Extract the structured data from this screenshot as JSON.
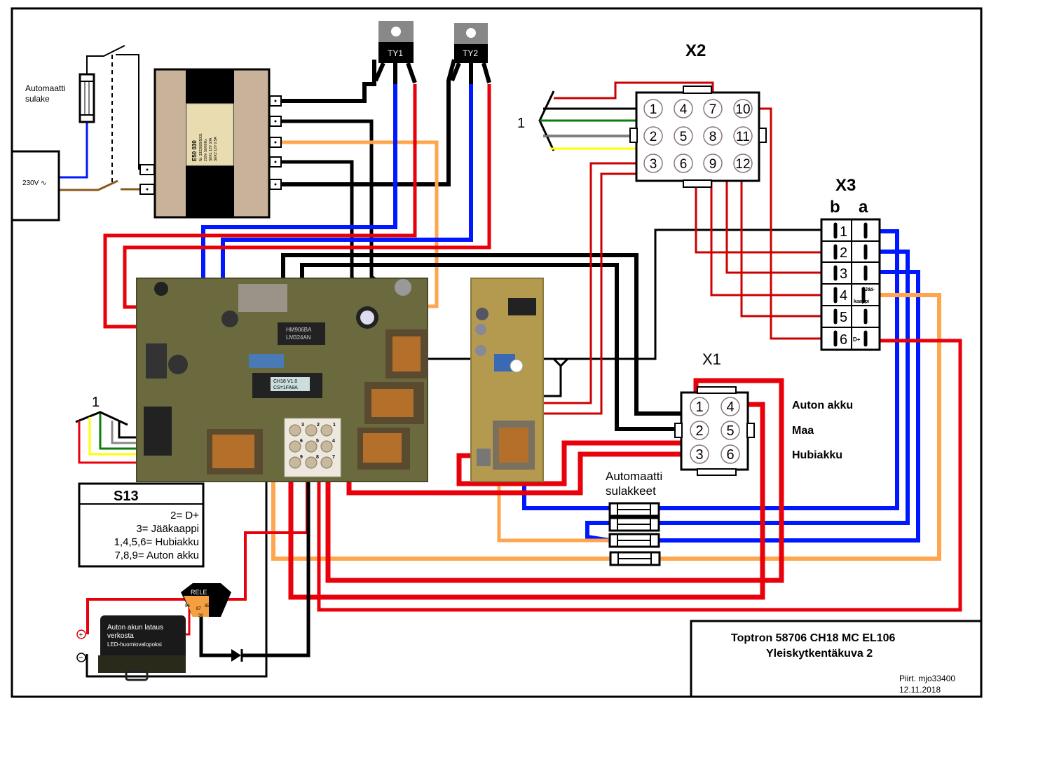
{
  "title_block": {
    "line1": "Toptron 58706 CH18 MC  EL106",
    "line2": "Yleiskytkentäkuva 2",
    "author": "Piirt. mjo33400",
    "date": "12.11.2018"
  },
  "mains": {
    "supply_label": "230V ∿",
    "breaker_label_1": "Automaatti",
    "breaker_label_2": "sulake"
  },
  "transformer": {
    "label_lines": [
      "E50 030",
      "Nr. 3323005/5001",
      "230V 50/60Hz",
      "SEK1 12V 10A",
      "SEK2 12V 0.5A"
    ]
  },
  "thyristors": [
    {
      "label": "TY1"
    },
    {
      "label": "TY2"
    }
  ],
  "connector_x2": {
    "title": "X2",
    "harness_label": "1",
    "pins": [
      "1",
      "2",
      "3",
      "4",
      "5",
      "6",
      "7",
      "8",
      "9",
      "10",
      "11",
      "12"
    ]
  },
  "connector_x3": {
    "title": "X3",
    "col_b": "b",
    "col_a": "a",
    "rows": [
      "1",
      "2",
      "3",
      "4",
      "5",
      "6"
    ],
    "a4_label_1": "Jää-",
    "a4_label_2": "kaappi",
    "a6_label": "D+"
  },
  "connector_x1": {
    "title": "X1",
    "pins": [
      "1",
      "2",
      "3",
      "4",
      "5",
      "6"
    ],
    "labels": [
      "Auton akku",
      "Maa",
      "Hubiakku"
    ]
  },
  "fuses": {
    "label_1": "Automaatti",
    "label_2": "sulakkeet"
  },
  "harness_left": {
    "label": "1"
  },
  "pcb_main": {
    "ic_label_1": "HM906BA",
    "ic_label_2": "LM324AN",
    "ic_label_3": "CH18 V1.0",
    "ic_label_4": "CS=1FA8A",
    "s13_pins": [
      "3",
      "2",
      "1",
      "6",
      "5",
      "4",
      "9",
      "8",
      "7"
    ],
    "s13_label": "S13"
  },
  "s13_legend": {
    "title": "S13",
    "rows": [
      "2= D+",
      "3= Jääkaappi",
      "1,4,5,6= Hubiakku",
      "7,8,9= Auton akku"
    ]
  },
  "relay": {
    "label": "RELE",
    "pins": [
      "86",
      "87",
      "85",
      "30"
    ]
  },
  "charger_box": {
    "line1": "Auton akun lataus",
    "line2": "verkosta",
    "line3": "LED-huomiovalopoksi",
    "plus": "+",
    "minus": "−"
  },
  "colors": {
    "red": "#e8000b",
    "darkred": "#cc0000",
    "blue": "#0018ff",
    "orange": "#ffa64d",
    "black": "#000000",
    "green": "#0a7d0a",
    "yellow": "#ffff00",
    "brown": "#8a5a1e",
    "transformer_tan": "#c8b29a",
    "pcb": "#6b6a3f",
    "relay_orange": "#f5a040"
  }
}
